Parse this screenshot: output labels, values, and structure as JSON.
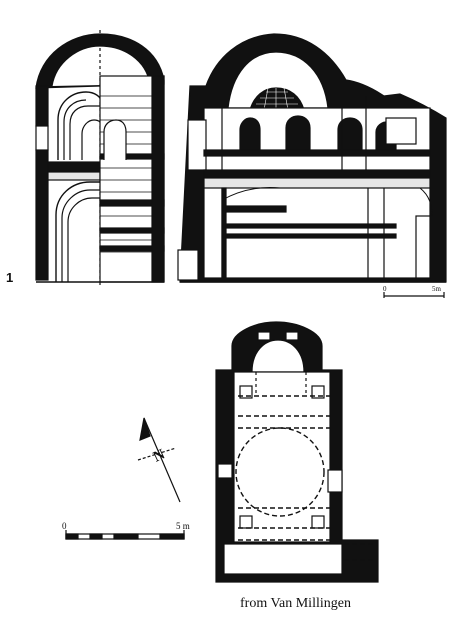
{
  "figure": {
    "number": "1",
    "scale_top": {
      "start": "0",
      "end": "5m"
    },
    "scale_bottom": {
      "start": "0",
      "end": "5 m"
    },
    "north": "N",
    "credit": "from Van Millingen"
  },
  "colors": {
    "ink": "#111111",
    "paper": "#ffffff",
    "wash": "#e6e6e6"
  }
}
